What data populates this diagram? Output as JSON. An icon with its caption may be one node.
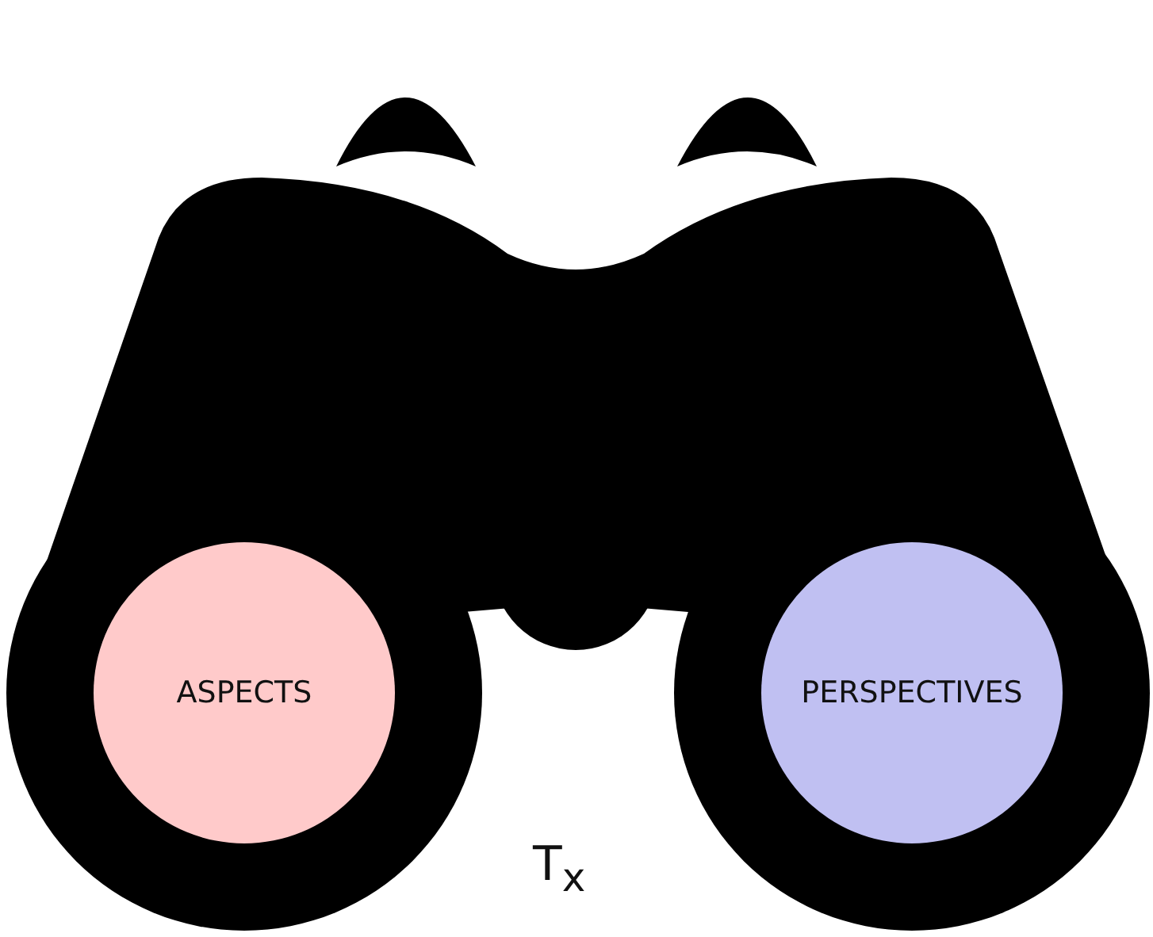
{
  "diagram": {
    "nodes": [
      {
        "text": [
          "ASPECTS"
        ]
      },
      {
        "text": [
          "PERSPECTIVES"
        ]
      }
    ],
    "labels": [
      "T$_{x}$"
    ]
  }
}
